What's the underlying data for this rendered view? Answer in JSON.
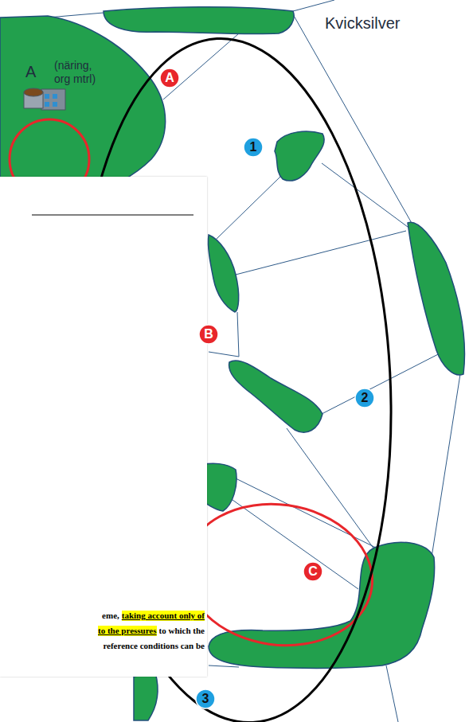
{
  "diagram": {
    "nodes": [
      {
        "text": [
          "A"
        ]
      },
      {
        "text": [
          "1"
        ]
      },
      {
        "text": [
          "B"
        ]
      },
      {
        "text": [
          "2"
        ]
      },
      {
        "text": [
          "C"
        ]
      },
      {
        "text": [
          "3"
        ]
      }
    ],
    "labels": [
      "Kvicksilver",
      "A",
      "(näring, org mtrl)",
      "eme,",
      "taking account only of",
      "to the pressures",
      "to which the",
      "reference conditions can be"
    ]
  }
}
